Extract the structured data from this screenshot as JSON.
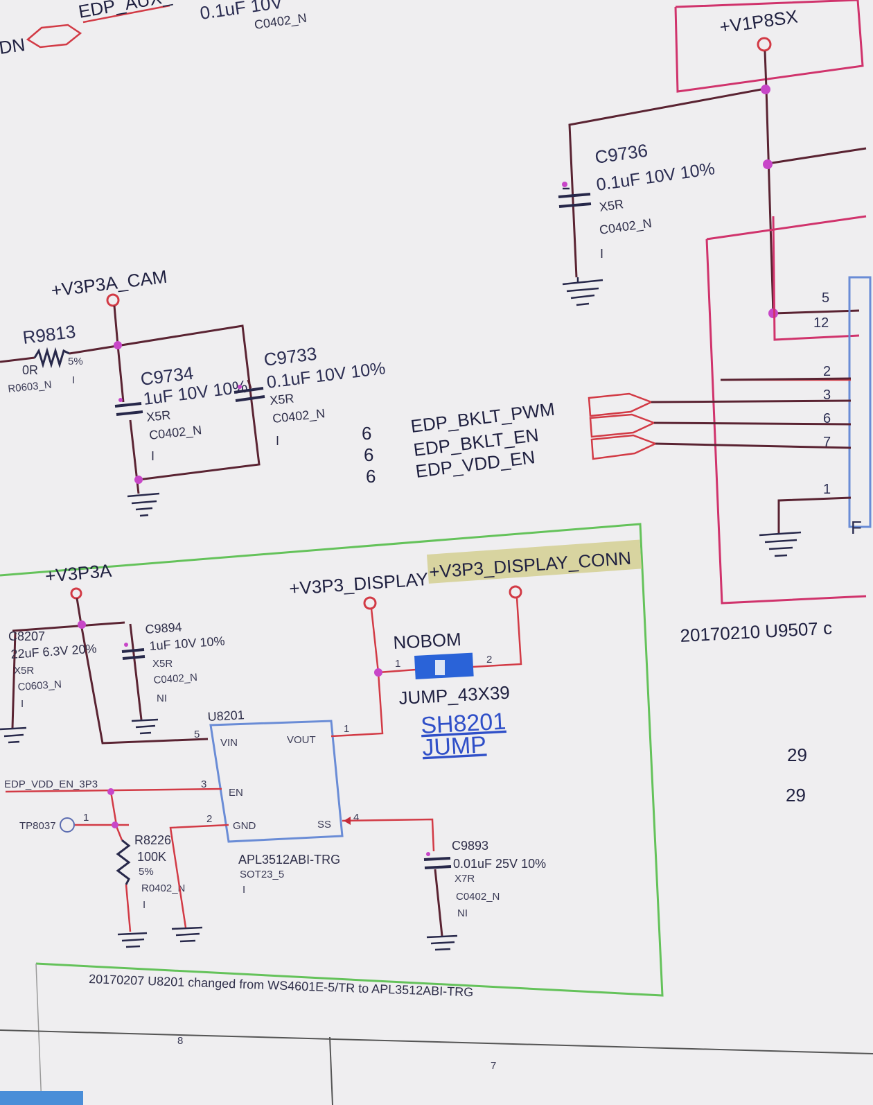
{
  "nets": {
    "edp_aux": "EDP_AUX_",
    "dn": "DN",
    "v1p8sx": "+V1P8SX",
    "v3p3a_cam": "+V3P3A_CAM",
    "v3p3a": "+V3P3A",
    "v3p3_display": "+V3P3_DISPLAY",
    "v3p3_display_conn": "+V3P3_DISPLAY_CONN",
    "edp_vdd_en_3p3": "EDP_VDD_EN_3P3",
    "tp8037": "TP8037"
  },
  "top_cap": {
    "value": "0.1uF 10V",
    "package": "C0402_N"
  },
  "c9736": {
    "ref": "C9736",
    "value": "0.1uF 10V 10%",
    "dielectric": "X5R",
    "package": "C0402_N",
    "bom": "I"
  },
  "r9813": {
    "ref": "R9813",
    "value": "0R",
    "tol": "5%",
    "package": "R0603_N",
    "bom": "I"
  },
  "c9734": {
    "ref": "C9734",
    "value": "1uF 10V 10%",
    "dielectric": "X5R",
    "package": "C0402_N",
    "bom": "I"
  },
  "c9733": {
    "ref": "C9733",
    "value": "0.1uF 10V 10%",
    "dielectric": "X5R",
    "package": "C0402_N",
    "bom": "I"
  },
  "offpage": [
    {
      "page": "6",
      "net": "EDP_BKLT_PWM"
    },
    {
      "page": "6",
      "net": "EDP_BKLT_EN"
    },
    {
      "page": "6",
      "net": "EDP_VDD_EN"
    }
  ],
  "connector_pins": [
    "5",
    "12",
    "2",
    "3",
    "6",
    "7",
    "1"
  ],
  "c8207": {
    "ref": "C8207",
    "value": "22uF 6.3V 20%",
    "dielectric": "X5R",
    "package": "C0603_N",
    "bom": "I"
  },
  "c9894": {
    "ref": "C9894",
    "value": "1uF 10V 10%",
    "dielectric": "X5R",
    "package": "C0402_N",
    "bom": "NI"
  },
  "u8201": {
    "ref": "U8201",
    "part": "APL3512ABI-TRG",
    "package": "SOT23_5",
    "bom": "I",
    "pins": {
      "vin": "VIN",
      "vout": "VOUT",
      "en": "EN",
      "gnd": "GND",
      "ss": "SS"
    },
    "pin_numbers": {
      "vin": "5",
      "vout": "1",
      "en": "3",
      "gnd": "2",
      "ss": "4"
    }
  },
  "jumper": {
    "label": "NOBOM",
    "footprint": "JUMP_43X39",
    "ref": "SH8201",
    "type": "JUMP",
    "pin1": "1",
    "pin2": "2"
  },
  "r8226": {
    "ref": "R8226",
    "value": "100K",
    "tol": "5%",
    "package": "R0402_N",
    "bom": "I"
  },
  "tp_pin": "1",
  "c9893": {
    "ref": "C9893",
    "value": "0.01uF 25V 10%",
    "dielectric": "X7R",
    "package": "C0402_N",
    "bom": "NI"
  },
  "notes": {
    "u9507": "20170210 U9507 c",
    "u8201_change": "20170207 U8201 changed from WS4601E-5/TR to APL3512ABI-TRG"
  },
  "page_refs": [
    "29",
    "29"
  ],
  "frame": {
    "zone_a": "8",
    "zone_b": "7"
  },
  "colors": {
    "background": "#efeef0",
    "power_wire": "#5a2332",
    "signal_wire": "#d23a45",
    "box": "#d0336c",
    "group_box": "#64c25a",
    "ic_outline": "#6a8cd6",
    "jumper": "#1f5fd0"
  }
}
